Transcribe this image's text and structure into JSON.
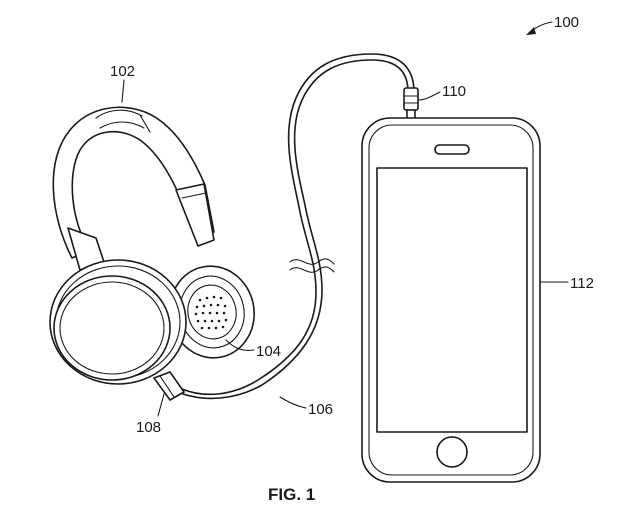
{
  "figure": {
    "caption": "FIG. 1",
    "ref_100": "100",
    "ref_102": "102",
    "ref_104": "104",
    "ref_106": "106",
    "ref_108": "108",
    "ref_110": "110",
    "ref_112": "112"
  }
}
